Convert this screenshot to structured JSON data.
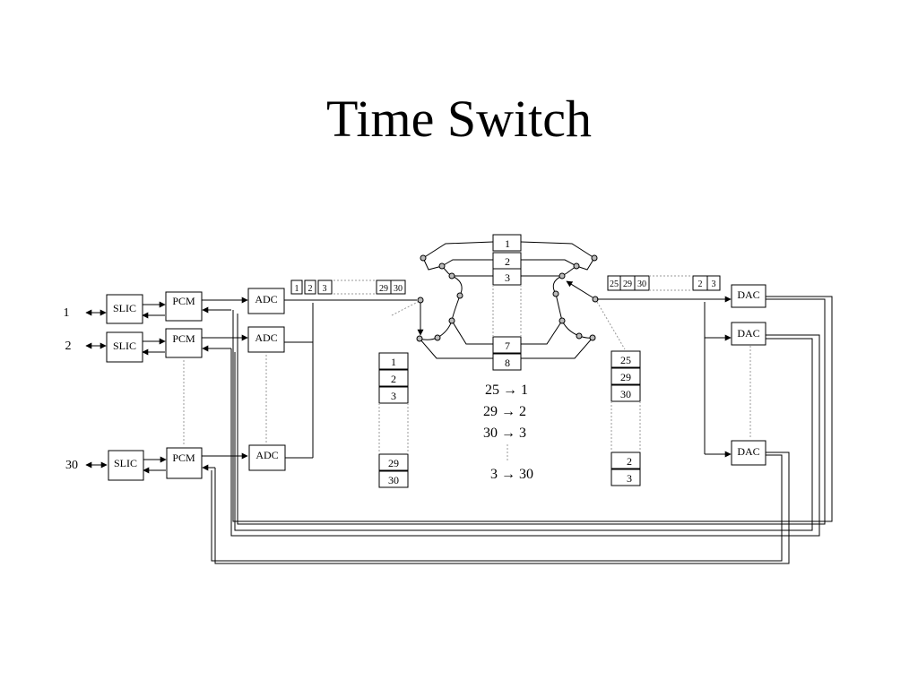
{
  "title": "Time Switch",
  "channels": [
    "1",
    "2",
    "30"
  ],
  "labels": {
    "slic": "SLIC",
    "pcm": "PCM",
    "adc": "ADC",
    "dac": "DAC"
  },
  "input_frame": [
    "1",
    "2",
    "3",
    "29",
    "30"
  ],
  "output_frame": [
    "25",
    "29",
    "30",
    "2",
    "3"
  ],
  "memory_slots": [
    "1",
    "2",
    "3",
    "7",
    "8"
  ],
  "left_buffer": [
    "1",
    "2",
    "3",
    "29",
    "30"
  ],
  "right_buffer": [
    "25",
    "29",
    "30",
    "2",
    "3"
  ],
  "mappings": [
    "25 → 1",
    "29 → 2",
    "30 → 3",
    "3 → 30"
  ]
}
